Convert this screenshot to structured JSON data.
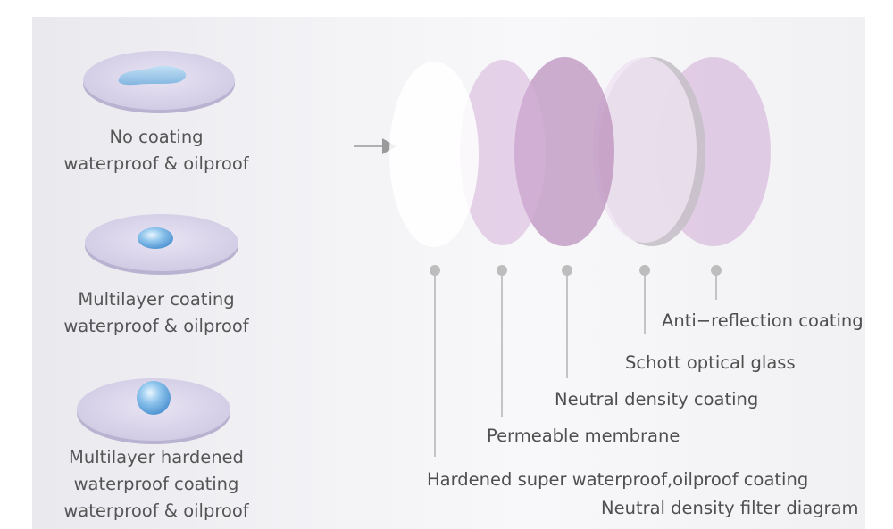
{
  "coating_examples": [
    {
      "line1": "No coating",
      "line2": "waterproof & oilproof"
    },
    {
      "line1": "Multilayer coating",
      "line2": "waterproof & oilproof"
    },
    {
      "line1": "Multilayer hardened",
      "line2": "waterproof coating",
      "line3": "waterproof & oilproof"
    }
  ],
  "layers": [
    {
      "label": "Anti−reflection coating"
    },
    {
      "label": "Schott optical glass"
    },
    {
      "label": "Neutral density coating"
    },
    {
      "label": "Permeable membrane"
    },
    {
      "label": "Hardened super waterproof,oilproof coating"
    }
  ],
  "caption": "Neutral density filter diagram",
  "colors": {
    "lens_surface": "#d9d4ea",
    "water_drop": "#7fb4e0",
    "layer_tint": "#c9a6cc",
    "leader_line": "#b3b3b3",
    "text": "#555555"
  }
}
